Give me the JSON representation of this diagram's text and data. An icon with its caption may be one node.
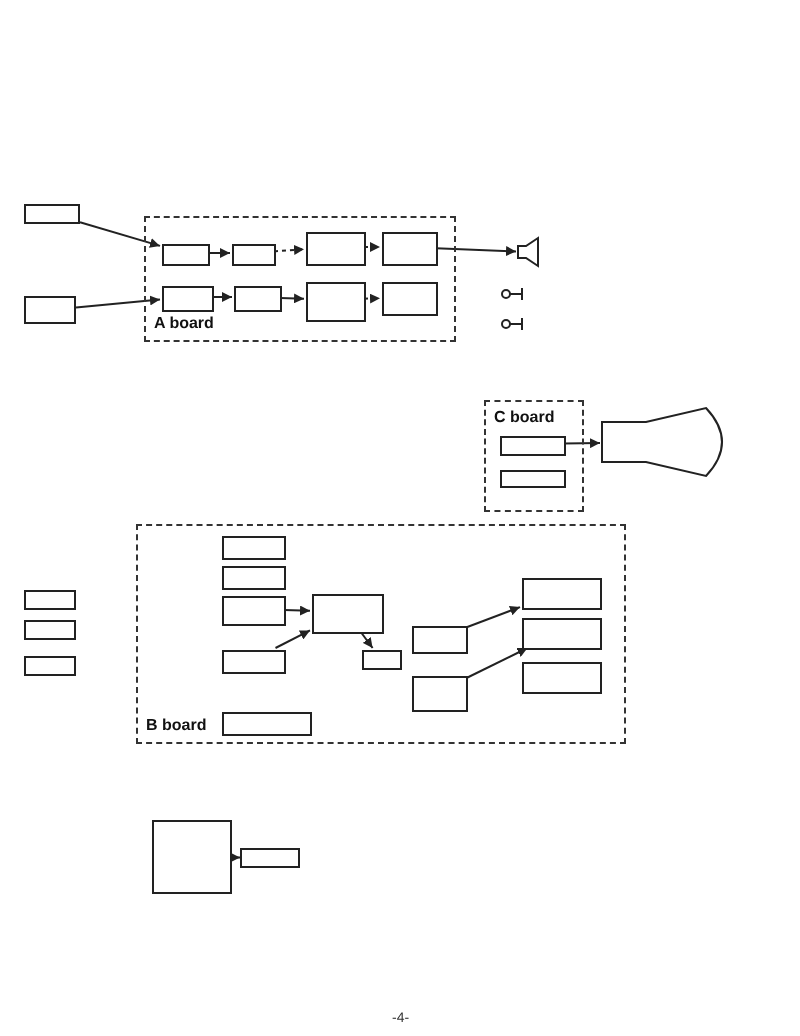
{
  "diagram": {
    "nodes": [
      {
        "text": [
          "A board"
        ]
      },
      {
        "text": [],
        "shape": "box",
        "in": 0
      },
      {
        "text": [],
        "shape": "box",
        "in": 0
      },
      {
        "text": [],
        "shape": "box",
        "in": 0
      },
      {
        "text": [],
        "shape": "box",
        "in": 0
      },
      {
        "text": [],
        "shape": "box",
        "in": 0
      },
      {
        "text": [],
        "shape": "box",
        "in": 0
      },
      {
        "text": [],
        "shape": "box",
        "in": 0
      },
      {
        "text": [],
        "shape": "box",
        "in": 0
      },
      {
        "text": [],
        "shape": "speaker"
      },
      {
        "text": [],
        "shape": "jack"
      },
      {
        "text": [],
        "shape": "jack"
      },
      {
        "text": [],
        "shape": "box"
      },
      {
        "text": [],
        "shape": "box"
      },
      {
        "text": [
          "C board"
        ]
      },
      {
        "text": [],
        "shape": "box",
        "in": 14
      },
      {
        "text": [],
        "shape": "box",
        "in": 14
      },
      {
        "text": [],
        "shape": "tube"
      },
      {
        "text": [
          "B board"
        ]
      },
      {
        "text": [],
        "shape": "box",
        "in": 18
      },
      {
        "text": [],
        "shape": "box",
        "in": 18
      },
      {
        "text": [],
        "shape": "box",
        "in": 18
      },
      {
        "text": [],
        "shape": "box",
        "in": 18
      },
      {
        "text": [],
        "shape": "box",
        "in": 18
      },
      {
        "text": [],
        "shape": "box",
        "in": 18
      },
      {
        "text": [],
        "shape": "box",
        "in": 18
      },
      {
        "text": [],
        "shape": "box",
        "in": 18
      },
      {
        "text": [],
        "shape": "box",
        "in": 18
      },
      {
        "text": [],
        "shape": "box",
        "in": 18
      },
      {
        "text": [],
        "shape": "box",
        "in": 18
      },
      {
        "text": [],
        "shape": "box",
        "in": 18
      },
      {
        "text": [],
        "shape": "box"
      },
      {
        "text": [],
        "shape": "box"
      },
      {
        "text": [],
        "shape": "box"
      },
      {
        "text": [],
        "shape": "box"
      },
      {
        "text": [],
        "shape": "box"
      }
    ],
    "edges": [
      {
        "from": 1,
        "to": 2,
        "arrow": "to"
      },
      {
        "from": 2,
        "to": 3,
        "arrow": "to",
        "style": "dashed"
      },
      {
        "from": 3,
        "to": 4,
        "arrow": "to",
        "style": "dashed"
      },
      {
        "from": 5,
        "to": 6,
        "arrow": "to"
      },
      {
        "from": 6,
        "to": 7,
        "arrow": "to"
      },
      {
        "from": 7,
        "to": 8,
        "arrow": "to",
        "style": "dashed"
      },
      {
        "from": 4,
        "to": 9,
        "arrow": "to"
      },
      {
        "from": 12,
        "to": 1,
        "arrow": "to"
      },
      {
        "from": 13,
        "to": 5,
        "arrow": "to"
      },
      {
        "from": 15,
        "to": 17,
        "arrow": "to"
      },
      {
        "from": 21,
        "to": 22,
        "arrow": "to"
      },
      {
        "from": 22,
        "to": 24,
        "arrow": "to"
      },
      {
        "from": 23,
        "to": 22,
        "arrow": "to"
      },
      {
        "from": 25,
        "to": 27,
        "arrow": "to"
      },
      {
        "from": 26,
        "to": 28,
        "arrow": "to"
      },
      {
        "from": 34,
        "to": 35,
        "arrow": "to"
      }
    ],
    "labels": [
      "-4-"
    ]
  }
}
